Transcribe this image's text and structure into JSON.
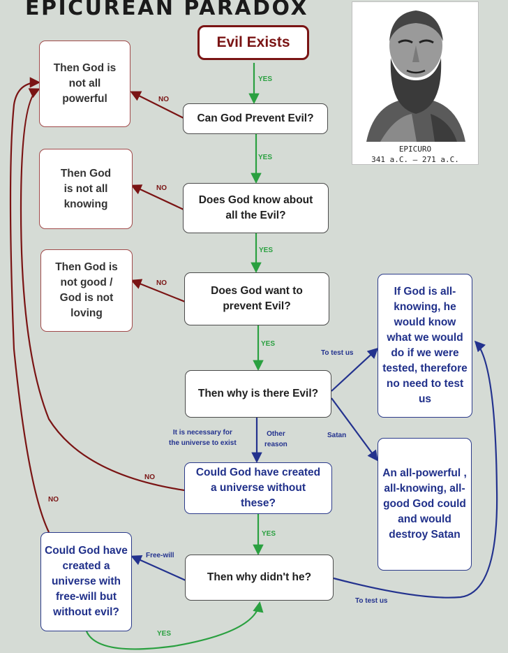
{
  "title": "EPICUREAN PARADOX",
  "portrait": {
    "name": "EPICURO",
    "dates": "341 a.C. — 271 a.C."
  },
  "nodes": {
    "evil_exists": "Evil Exists",
    "q_prevent": "Can God Prevent Evil?",
    "q_know": "Does God know about all the Evil?",
    "q_want": "Does God want to prevent Evil?",
    "q_why": "Then why is there Evil?",
    "q_could_create": "Could God have created a universe without these?",
    "q_why_didnt": "Then why didn't he?",
    "q_freewill": "Could God have created a universe with free-will but without evil?",
    "c_powerful": "Then God is not all powerful",
    "c_knowing": "Then God is not all knowing",
    "c_good": "Then God is not good / God is not loving",
    "b_test": "If God is all-knowing, he would know what we would do if we were tested, therefore no need to test us",
    "b_satan": "An all-powerful , all-knowing, all-good God could and would destroy Satan"
  },
  "labels": {
    "yes1": "YES",
    "yes2": "YES",
    "yes3": "YES",
    "yes4": "YES",
    "yes5": "YES",
    "yes6": "YES",
    "no1": "NO",
    "no2": "NO",
    "no3": "NO",
    "no4": "NO",
    "no5": "NO",
    "test1": "To test us",
    "test2": "To test us",
    "satan": "Satan",
    "necessary_line1": "It is necessary for",
    "necessary_line2": "the universe to exist",
    "other_line1": "Other",
    "other_line2": "reason",
    "freewill": "Free-will"
  },
  "colors": {
    "yes": "#2aa040",
    "no": "#7a1414",
    "branch": "#23328e"
  },
  "icons": {
    "portrait": "philosopher-bust-icon"
  }
}
